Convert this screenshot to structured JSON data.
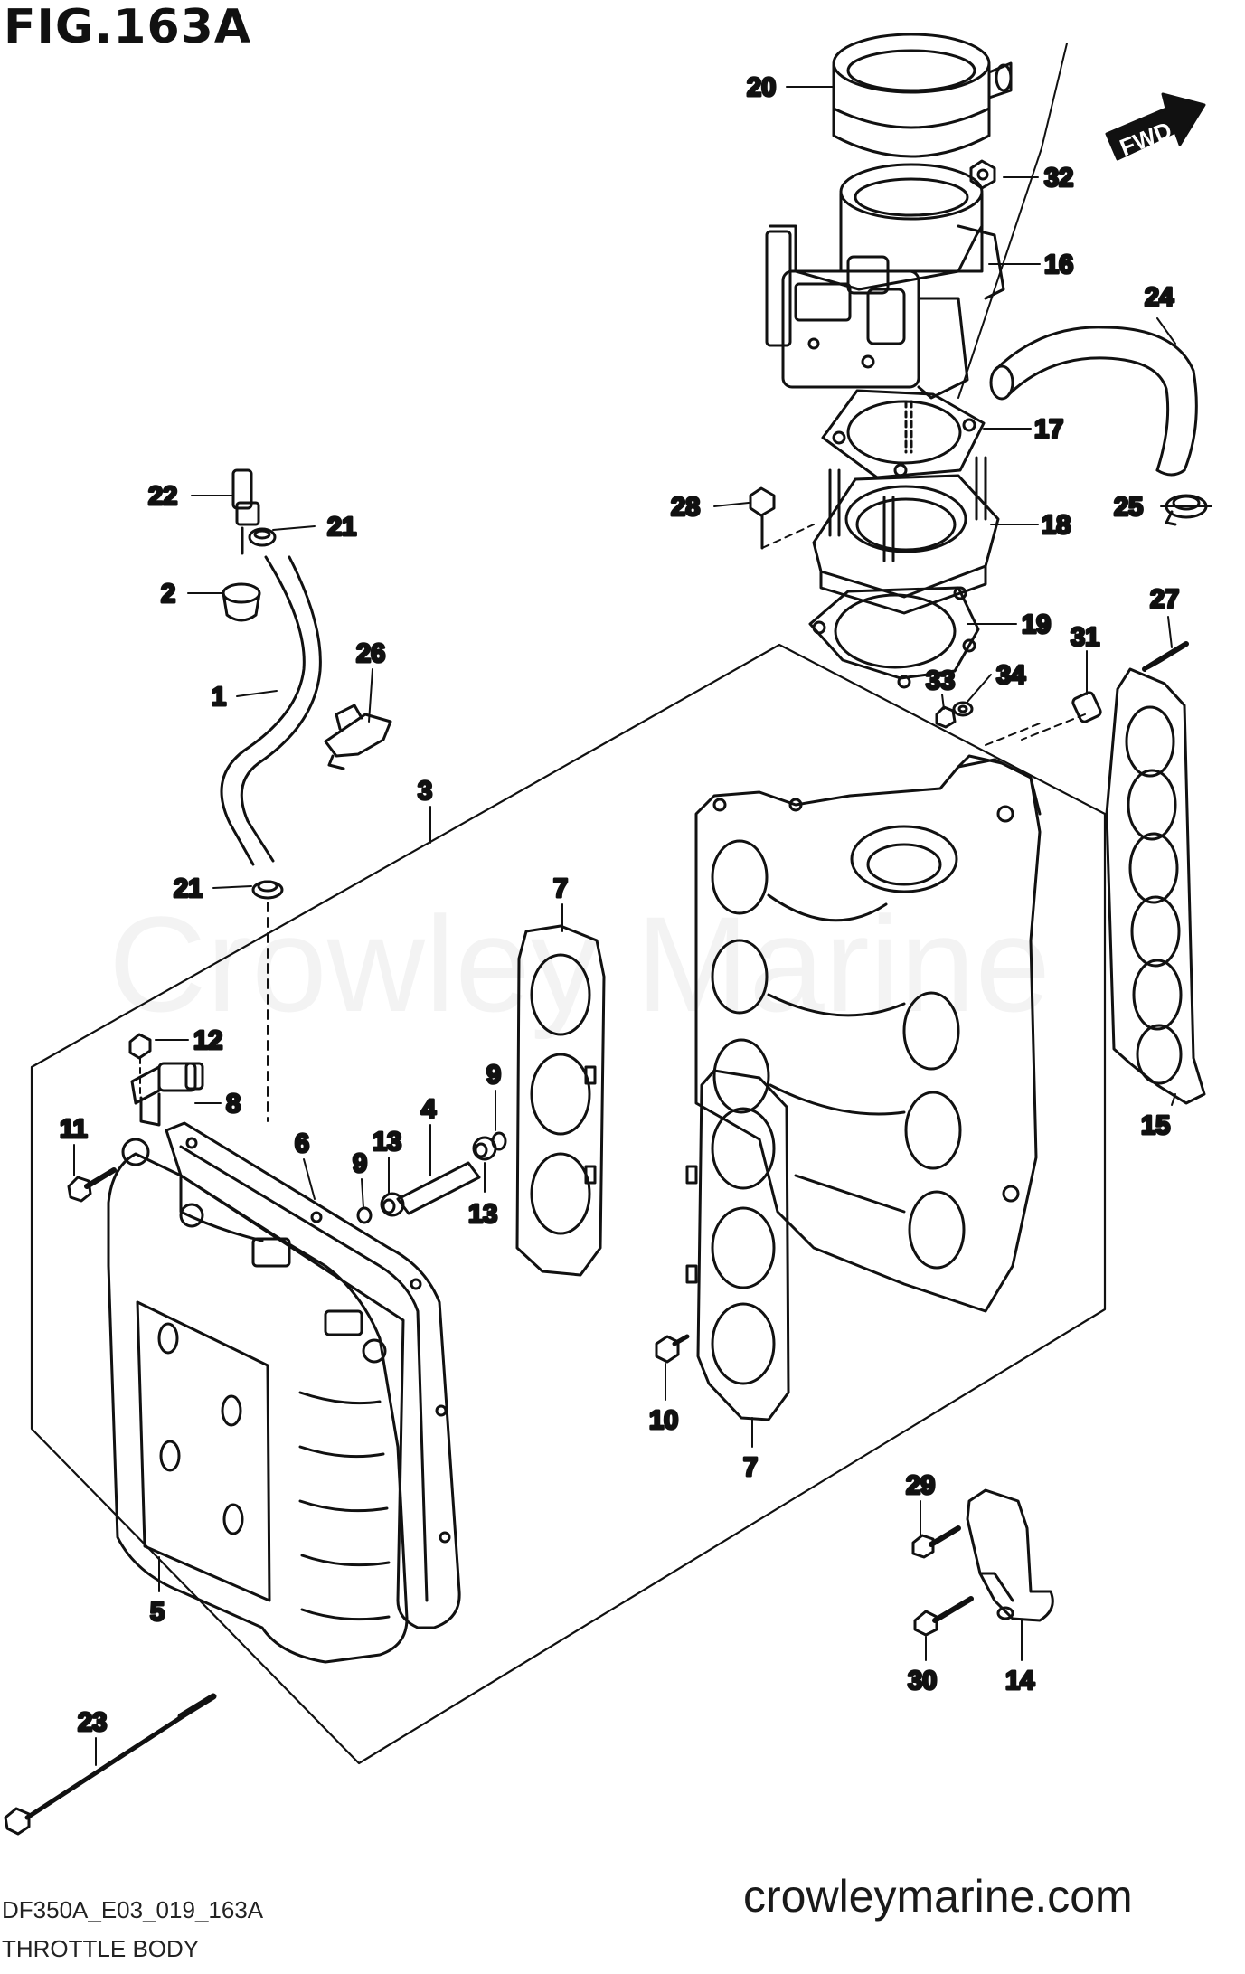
{
  "figure": {
    "title": "FIG.163A",
    "drawing_code": "DF350A_E03_019_163A",
    "caption": "THROTTLE BODY",
    "website": "crowleymarine.com",
    "watermark": "Crowley Marine",
    "direction_tag": "FWD"
  },
  "callouts": [
    {
      "id": "c20",
      "text": "20"
    },
    {
      "id": "c32",
      "text": "32"
    },
    {
      "id": "c16",
      "text": "16"
    },
    {
      "id": "c24",
      "text": "24"
    },
    {
      "id": "c17",
      "text": "17"
    },
    {
      "id": "c22",
      "text": "22"
    },
    {
      "id": "c21a",
      "text": "21"
    },
    {
      "id": "c28",
      "text": "28"
    },
    {
      "id": "c18",
      "text": "18"
    },
    {
      "id": "c25",
      "text": "25"
    },
    {
      "id": "c2",
      "text": "2"
    },
    {
      "id": "c27",
      "text": "27"
    },
    {
      "id": "c19",
      "text": "19"
    },
    {
      "id": "c26",
      "text": "26"
    },
    {
      "id": "c31",
      "text": "31"
    },
    {
      "id": "c34",
      "text": "34"
    },
    {
      "id": "c33",
      "text": "33"
    },
    {
      "id": "c1",
      "text": "1"
    },
    {
      "id": "c3",
      "text": "3"
    },
    {
      "id": "c21b",
      "text": "21"
    },
    {
      "id": "c7a",
      "text": "7"
    },
    {
      "id": "c12",
      "text": "12"
    },
    {
      "id": "c9a",
      "text": "9"
    },
    {
      "id": "c8",
      "text": "8"
    },
    {
      "id": "c15",
      "text": "15"
    },
    {
      "id": "c11",
      "text": "11"
    },
    {
      "id": "c6",
      "text": "6"
    },
    {
      "id": "c4",
      "text": "4"
    },
    {
      "id": "c13a",
      "text": "13"
    },
    {
      "id": "c9b",
      "text": "9"
    },
    {
      "id": "c13b",
      "text": "13"
    },
    {
      "id": "c10",
      "text": "10"
    },
    {
      "id": "c7b",
      "text": "7"
    },
    {
      "id": "c29",
      "text": "29"
    },
    {
      "id": "c5",
      "text": "5"
    },
    {
      "id": "c30",
      "text": "30"
    },
    {
      "id": "c14",
      "text": "14"
    },
    {
      "id": "c23",
      "text": "23"
    }
  ]
}
